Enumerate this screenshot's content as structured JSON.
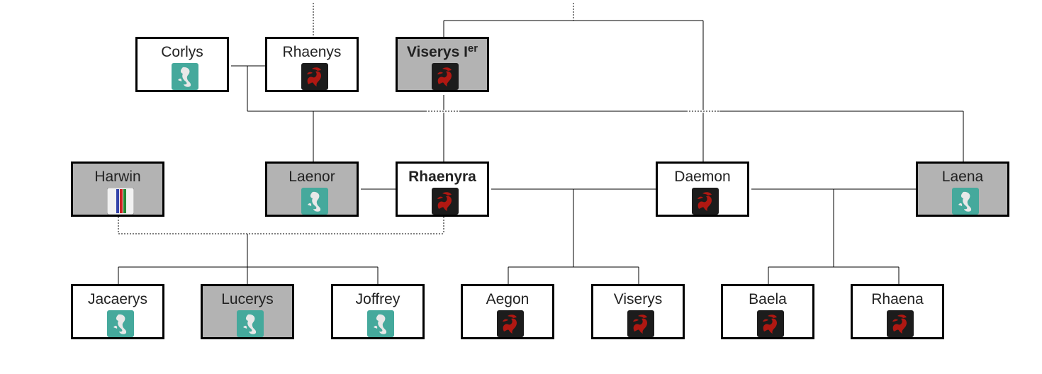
{
  "tree": {
    "people": [
      {
        "id": "corlys",
        "name": "Corlys",
        "sup": "",
        "bold": false,
        "grey": false,
        "house": "velaryon"
      },
      {
        "id": "rhaenys",
        "name": "Rhaenys",
        "sup": "",
        "bold": false,
        "grey": false,
        "house": "targaryen"
      },
      {
        "id": "viserys-i",
        "name": "Viserys I",
        "sup": "er",
        "bold": true,
        "grey": true,
        "house": "targaryen"
      },
      {
        "id": "harwin",
        "name": "Harwin",
        "sup": "",
        "bold": false,
        "grey": true,
        "house": "strong"
      },
      {
        "id": "laenor",
        "name": "Laenor",
        "sup": "",
        "bold": false,
        "grey": true,
        "house": "velaryon"
      },
      {
        "id": "rhaenyra",
        "name": "Rhaenyra",
        "sup": "",
        "bold": true,
        "grey": false,
        "house": "targaryen"
      },
      {
        "id": "daemon",
        "name": "Daemon",
        "sup": "",
        "bold": false,
        "grey": false,
        "house": "targaryen"
      },
      {
        "id": "laena",
        "name": "Laena",
        "sup": "",
        "bold": false,
        "grey": true,
        "house": "velaryon"
      },
      {
        "id": "jacaerys",
        "name": "Jacaerys",
        "sup": "",
        "bold": false,
        "grey": false,
        "house": "velaryon"
      },
      {
        "id": "lucerys",
        "name": "Lucerys",
        "sup": "",
        "bold": false,
        "grey": true,
        "house": "velaryon"
      },
      {
        "id": "joffrey",
        "name": "Joffrey",
        "sup": "",
        "bold": false,
        "grey": false,
        "house": "velaryon"
      },
      {
        "id": "aegon",
        "name": "Aegon",
        "sup": "",
        "bold": false,
        "grey": false,
        "house": "targaryen"
      },
      {
        "id": "viserys",
        "name": "Viserys",
        "sup": "",
        "bold": false,
        "grey": false,
        "house": "targaryen"
      },
      {
        "id": "baela",
        "name": "Baela",
        "sup": "",
        "bold": false,
        "grey": false,
        "house": "targaryen"
      },
      {
        "id": "rhaena",
        "name": "Rhaena",
        "sup": "",
        "bold": false,
        "grey": false,
        "house": "targaryen"
      }
    ]
  },
  "colors": {
    "line": "#000000",
    "grey_box": "#b3b3b3",
    "targaryen_bg": "#1c1c1c",
    "targaryen_dragon": "#b01812",
    "velaryon_bg": "#45a99c",
    "velaryon_seahorse": "#e8e8e8",
    "strong_stripes": [
      "#3344aa",
      "#cc2222",
      "#228833"
    ]
  }
}
